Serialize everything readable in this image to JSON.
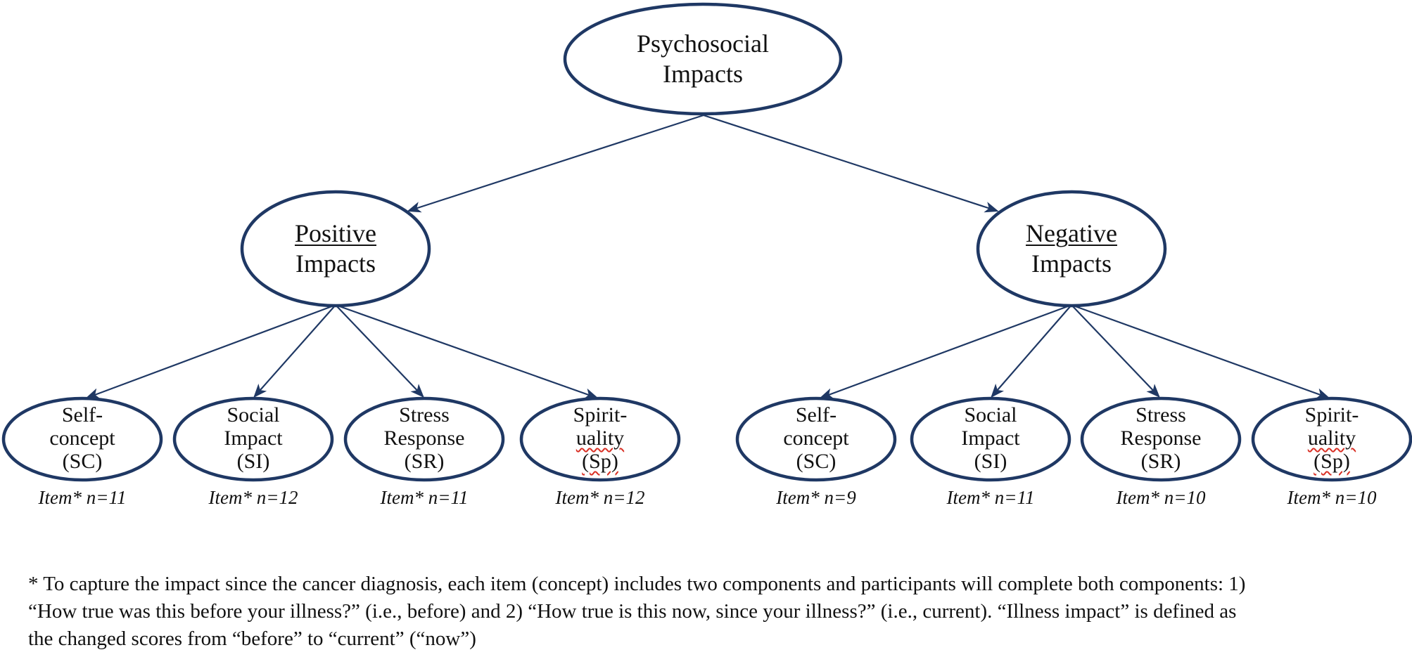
{
  "colors": {
    "ellipse_stroke": "#1F3864",
    "arrow": "#1F3864",
    "text": "#111111",
    "spellcheck_squiggle": "#d93025"
  },
  "root": {
    "line1": "Psychosocial",
    "line2": "Impacts"
  },
  "positive": {
    "title": "Positive",
    "subtitle": "Impacts"
  },
  "negative": {
    "title": "Negative",
    "subtitle": "Impacts"
  },
  "positive_children": [
    {
      "line1": "Self-",
      "line2": "concept",
      "line3": "(SC)",
      "item": "Item* n=11"
    },
    {
      "line1": "Social",
      "line2": "Impact",
      "line3": "(SI)",
      "item": "Item* n=12"
    },
    {
      "line1": "Stress",
      "line2": "Response",
      "line3": "(SR)",
      "item": "Item* n=11"
    },
    {
      "line1": "Spirit-",
      "line2": "uality",
      "line3": "(Sp)",
      "item": "Item* n=12"
    }
  ],
  "negative_children": [
    {
      "line1": "Self-",
      "line2": "concept",
      "line3": "(SC)",
      "item": "Item* n=9"
    },
    {
      "line1": "Social",
      "line2": "Impact",
      "line3": "(SI)",
      "item": "Item* n=11"
    },
    {
      "line1": "Stress",
      "line2": "Response",
      "line3": "(SR)",
      "item": "Item* n=10"
    },
    {
      "line1": "Spirit-",
      "line2": "uality",
      "line3": "(Sp)",
      "item": "Item* n=10"
    }
  ],
  "footnote": {
    "lines": [
      "* To capture the impact since the cancer diagnosis, each item (concept) includes two components and participants will complete both components: 1)",
      "“How true was this before your illness?” (i.e., before) and 2) “How true is this now, since your illness?” (i.e., current). “Illness impact” is defined as",
      "the changed scores from “before” to “current” (“now”)"
    ]
  }
}
